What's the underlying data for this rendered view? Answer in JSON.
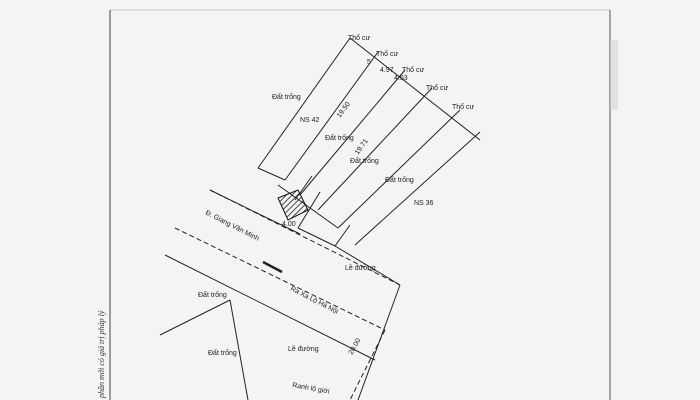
{
  "labels": {
    "tho_cu_1": "Thổ cư",
    "tho_cu_2": "Thổ cư",
    "tho_cu_3": "Thổ cư",
    "tho_cu_4": "Thổ cư",
    "tho_cu_5": "Thổ cư",
    "dat_trong_left": "Đất trống",
    "dat_trong_mid1": "Đất trống",
    "dat_trong_mid2": "Đất trống",
    "dat_trong_bl1": "Đất trống",
    "dat_trong_bl2": "Đất trống",
    "dat_trong_right": "Đất trống",
    "ns42": "NS 42",
    "ns36": "NS 36",
    "dim_1950": "19.50",
    "dim_1971": "19.71",
    "dim_497": "4.97",
    "dim_453": "4.53",
    "dim_400": "4.00",
    "dim_2000": "20.00",
    "dim_5": "5",
    "road_main": "Đ. Giang Văn Minh",
    "road_ra": "Ra Xa Lộ Hà Nội",
    "le_duong_1": "Lề đường",
    "le_duong_2": "Lề đường",
    "ranh_lo_gioi": "Ranh lộ giới",
    "side_note": "phần mới có giá trị pháp lý"
  }
}
